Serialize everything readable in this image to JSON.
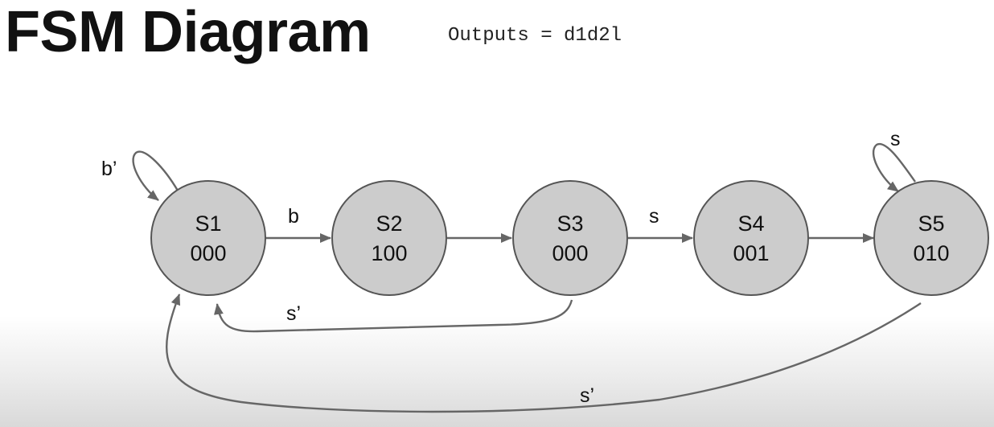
{
  "title": "FSM Diagram",
  "subtitle": "Outputs = d1d2l",
  "colors": {
    "state_fill": "#cccccc",
    "state_stroke": "#555555",
    "edge": "#666666"
  },
  "states": [
    {
      "id": "S1",
      "name": "S1",
      "output": "000"
    },
    {
      "id": "S2",
      "name": "S2",
      "output": "100"
    },
    {
      "id": "S3",
      "name": "S3",
      "output": "000"
    },
    {
      "id": "S4",
      "name": "S4",
      "output": "001"
    },
    {
      "id": "S5",
      "name": "S5",
      "output": "010"
    }
  ],
  "transitions": [
    {
      "id": "s1-s1",
      "from": "S1",
      "to": "S1",
      "label": "b’"
    },
    {
      "id": "s1-s2",
      "from": "S1",
      "to": "S2",
      "label": "b"
    },
    {
      "id": "s2-s3",
      "from": "S2",
      "to": "S3",
      "label": ""
    },
    {
      "id": "s3-s4",
      "from": "S3",
      "to": "S4",
      "label": "s"
    },
    {
      "id": "s4-s5",
      "from": "S4",
      "to": "S5",
      "label": ""
    },
    {
      "id": "s5-s5",
      "from": "S5",
      "to": "S5",
      "label": "s"
    },
    {
      "id": "s3-s1",
      "from": "S3",
      "to": "S1",
      "label": "s’"
    },
    {
      "id": "s5-s1",
      "from": "S5",
      "to": "S1",
      "label": "s’"
    }
  ]
}
